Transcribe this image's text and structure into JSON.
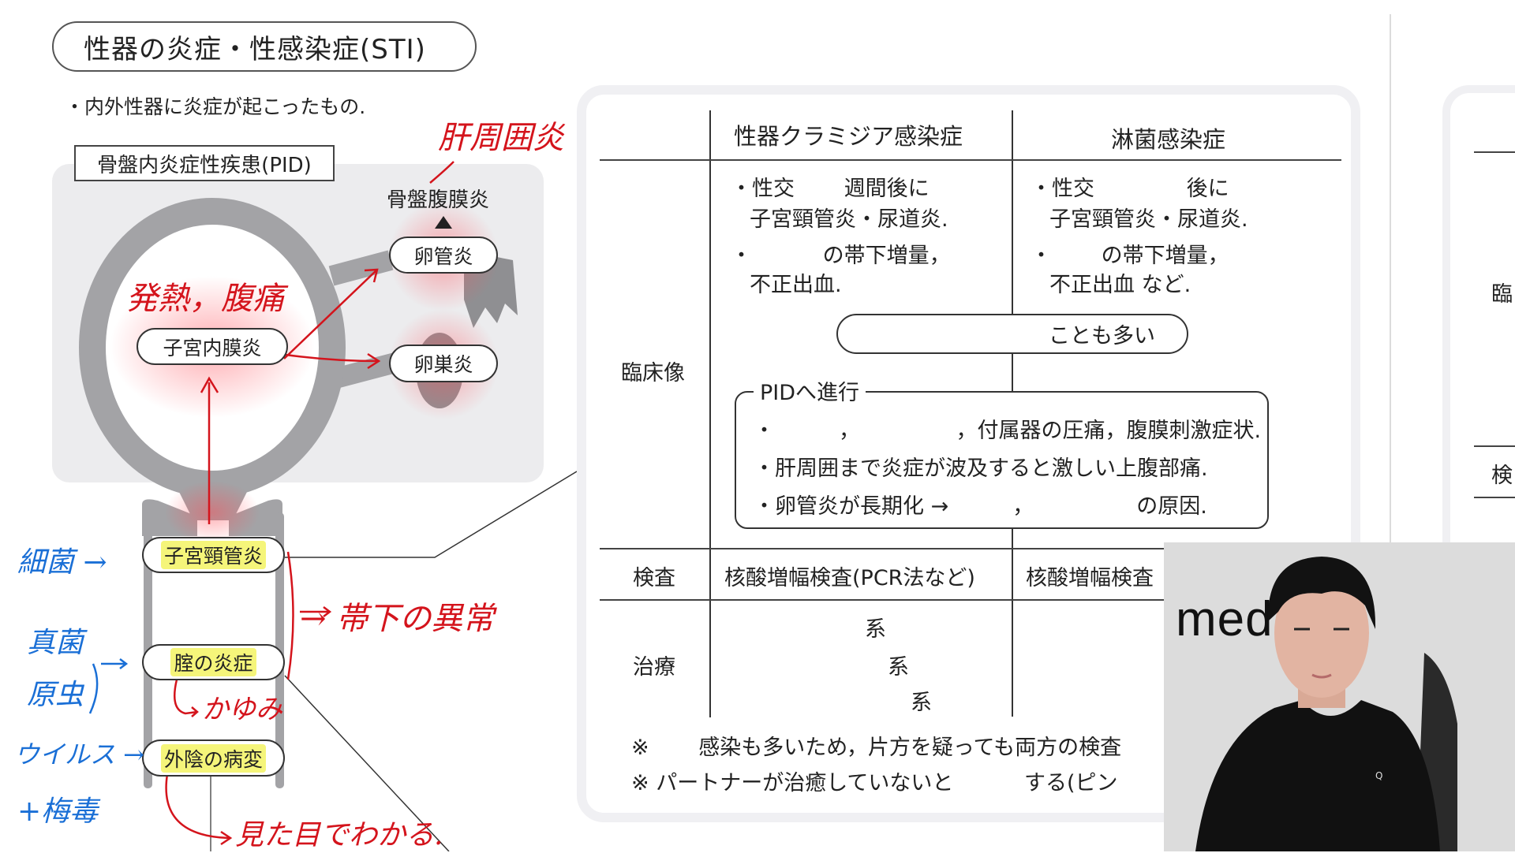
{
  "slide": {
    "title": "性器の炎症・性感染症(STI)",
    "bullet": "・内外性器に炎症が起こったもの.",
    "pid_label": "骨盤内炎症性疾患(PID)",
    "pelvic_peritonitis": "骨盤腹膜炎",
    "salpingitis": "卵管炎",
    "oophoritis": "卵巣炎",
    "endometritis": "子宮内膜炎",
    "cervicitis": "子宮頸管炎",
    "vaginitis": "腟の炎症",
    "vulvar_lesion": "外陰の病変"
  },
  "annotations": {
    "red": {
      "perihepatitis": "肝周囲炎",
      "fever_pain": "発熱，腹痛",
      "discharge": "→ 帯下の異常",
      "itch": "かゆみ",
      "visible": "見た目でわかる."
    },
    "blue": {
      "bacteria": "細菌 →",
      "fungi": "真菌",
      "protozoa": "原虫",
      "virus": "ウイルス →",
      "syphilis": "+梅毒"
    }
  },
  "table": {
    "col_headers": [
      "性器クラミジア感染症",
      "淋菌感染症"
    ],
    "row_clinical": "臨床像",
    "chlamydia_clinical": [
      "・性交　　 週間後に",
      "子宮頸管炎・尿道炎.",
      "・　　　 の帯下増量，",
      "不正出血."
    ],
    "gonorrhea_clinical": [
      "・性交　　　　 後に",
      "子宮頸管炎・尿道炎.",
      "・　　 の帯下増量，",
      "不正出血 など."
    ],
    "shared_note": "ことも多い",
    "pid_progress": {
      "legend": "PIDへ進行",
      "lines": [
        "・　　　，　　　　　，付属器の圧痛，腹膜刺激症状.",
        "・肝周囲まで炎症が波及すると激しい上腹部痛.",
        "・卵管炎が長期化 →　　　，　　　　　 の原因."
      ]
    },
    "row_exam": "検査",
    "exam_values": [
      "核酸増幅検査(PCR法など)",
      "核酸増幅検査"
    ],
    "row_treatment": "治療",
    "treatment_values": [
      "系",
      "系",
      "系"
    ],
    "notes": [
      "※　　 感染も多いため，片方を疑っても両方の検査",
      "※ パートナーが治癒していないと　　　 する(ピン"
    ]
  },
  "right_panel": {
    "row_clinical_partial": "臨",
    "row_exam_partial": "検"
  },
  "webcam": {
    "overlay_text": "med",
    "shirt_logo": "Q"
  },
  "colors": {
    "annotation_red": "#d4141c",
    "annotation_blue": "#1a6fd6",
    "highlight": "#f5f57a",
    "diagram_gray": "#a3a3a6"
  }
}
